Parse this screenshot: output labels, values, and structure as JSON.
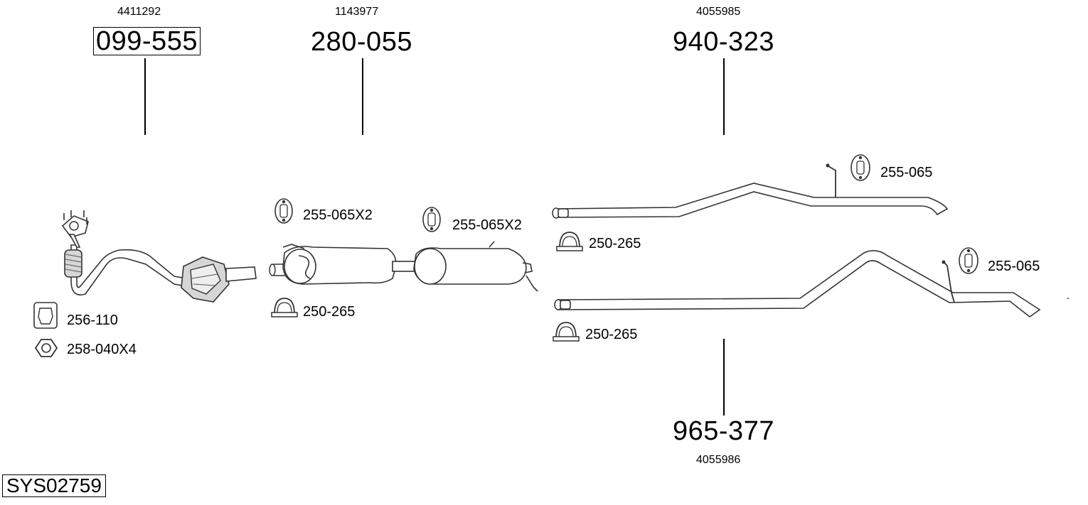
{
  "diagram": {
    "system_code": "SYS02759",
    "assemblies": [
      {
        "part_number": "099-555",
        "oem_number": "4411292",
        "boxed": true
      },
      {
        "part_number": "280-055",
        "oem_number": "1143977",
        "boxed": false
      },
      {
        "part_number": "940-323",
        "oem_number": "4055985",
        "boxed": false
      },
      {
        "part_number": "965-377",
        "oem_number": "4055986",
        "boxed": false
      }
    ],
    "accessories": [
      {
        "label": "256-110",
        "icon": "gasket-icon"
      },
      {
        "label": "258-040X4",
        "icon": "nut-icon"
      },
      {
        "label": "255-065X2",
        "icon": "rubber-hanger-icon"
      },
      {
        "label": "255-065X2",
        "icon": "rubber-hanger-icon"
      },
      {
        "label": "250-265",
        "icon": "pipe-clamp-icon"
      },
      {
        "label": "255-065",
        "icon": "rubber-hanger-icon"
      },
      {
        "label": "250-265",
        "icon": "pipe-clamp-icon"
      },
      {
        "label": "255-065",
        "icon": "rubber-hanger-icon"
      },
      {
        "label": "250-265",
        "icon": "pipe-clamp-icon"
      }
    ]
  }
}
